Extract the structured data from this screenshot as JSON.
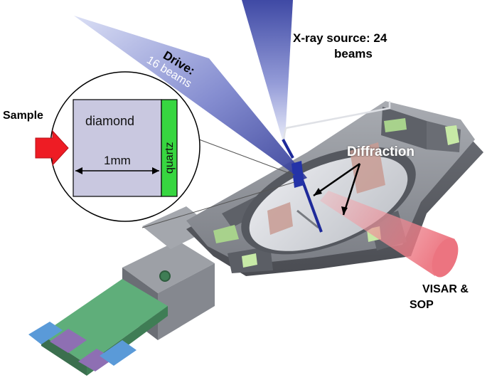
{
  "labels": {
    "drive_title": "Drive:",
    "drive_beams": "16 beams",
    "xray_source_line1": "X-ray source:  24",
    "xray_source_line2": "beams",
    "sample": "Sample",
    "diamond": "diamond",
    "scale": "1mm",
    "quartz": "quartz",
    "diffraction": "Diffraction",
    "visar_line1": "VISAR &",
    "visar_line2": "SOP"
  },
  "colors": {
    "drive_beam": "#3b45a8",
    "xray_beam": "#3a4aa8",
    "sample_arrow": "#ee1c24",
    "diamond_fill": "#c9c8e0",
    "quartz_fill": "#37d640",
    "diffraction_text": "#ffffff",
    "visar_beam": "#ee7a84",
    "housing": "#7d8087",
    "pcb_green": "#5fae7a",
    "pcb_purple": "#8e6fb3",
    "connector_blue": "#5a9ad8"
  }
}
